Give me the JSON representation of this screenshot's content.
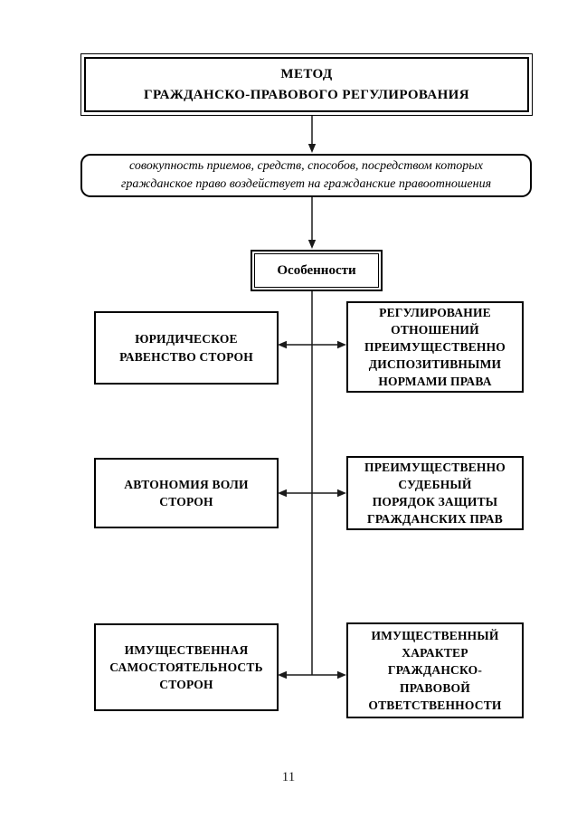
{
  "page": {
    "background": "#ffffff",
    "page_number": "11"
  },
  "diagram": {
    "title": "МЕТОД\nГРАЖДАНСКО-ПРАВОВОГО РЕГУЛИРОВАНИЯ",
    "definition": "совокупность приемов, средств, способов, посредством которых\nгражданское право воздействует на гражданские правоотношения",
    "features_label": "Особенности",
    "rows": [
      {
        "left": "ЮРИДИЧЕСКОЕ\nРАВЕНСТВО СТОРОН",
        "right": "РЕГУЛИРОВАНИЕ\nОТНОШЕНИЙ\nПРЕИМУЩЕСТВЕННО\nДИСПОЗИТИВНЫМИ\nНОРМАМИ ПРАВА"
      },
      {
        "left": "АВТОНОМИЯ ВОЛИ\nСТОРОН",
        "right": "ПРЕИМУЩЕСТВЕННО\nСУДЕБНЫЙ\nПОРЯДОК ЗАЩИТЫ\nГРАЖДАНСКИХ ПРАВ"
      },
      {
        "left": "ИМУЩЕСТВЕННАЯ\nСАМОСТОЯТЕЛЬНОСТЬ\nСТОРОН",
        "right": "ИМУЩЕСТВЕННЫЙ\nХАРАКТЕР\nГРАЖДАНСКО-\nПРАВОВОЙ\nОТВЕТСТВЕННОСТИ"
      }
    ],
    "colors": {
      "line": "#1a1a1a",
      "border": "#000000",
      "text": "#000000"
    }
  }
}
